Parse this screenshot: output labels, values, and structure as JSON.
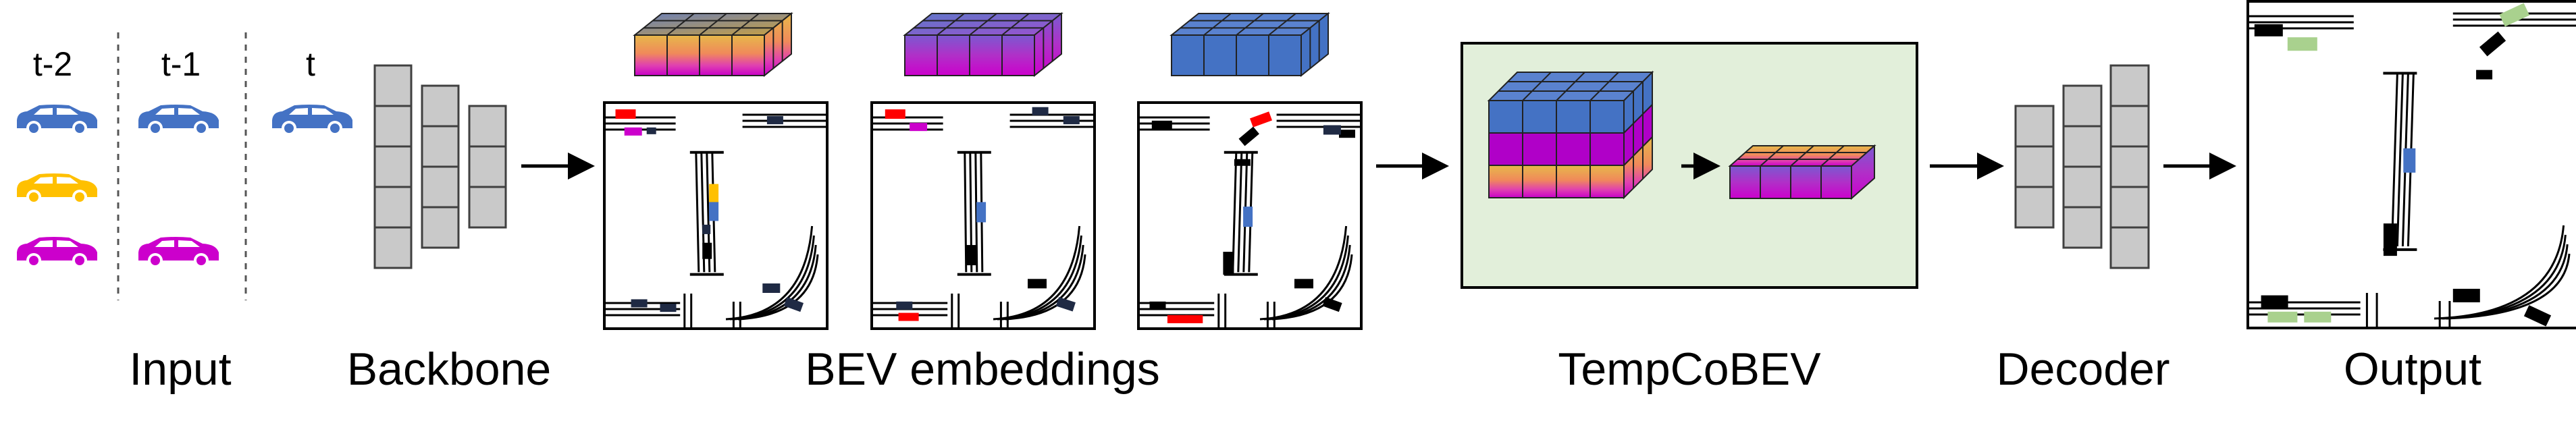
{
  "labels": {
    "input": "Input",
    "backbone": "Backbone",
    "bev_embeddings": "BEV embeddings",
    "tempcobev": "TempCoBEV",
    "decoder": "Decoder",
    "output": "Output"
  },
  "timesteps": [
    "t-2",
    "t-1",
    "t"
  ],
  "colors": {
    "car_blue": "#4472C4",
    "car_yellow": "#FFC000",
    "car_magenta": "#CC00CC",
    "tempcobev_bg": "#E2EFDA",
    "block_gray": "#C9C9C9",
    "detection_red": "#FF0000",
    "detection_green": "#A9D18E"
  }
}
